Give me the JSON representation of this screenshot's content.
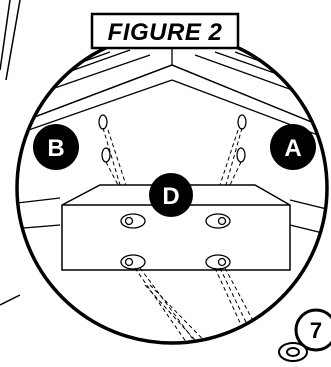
{
  "figure": {
    "title": "FIGURE 2"
  },
  "labels": {
    "a": "A",
    "b": "B",
    "d": "D"
  },
  "step": {
    "number": "7"
  },
  "colors": {
    "line": "#000000",
    "badge": "#000000",
    "background": "#ffffff"
  }
}
